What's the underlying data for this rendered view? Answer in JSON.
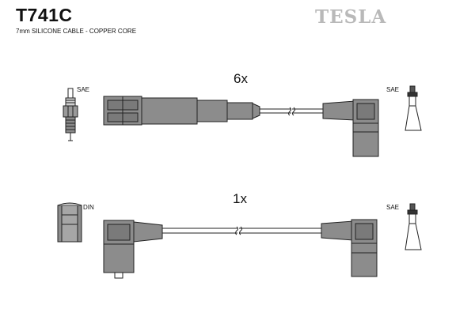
{
  "header": {
    "part_number": "T741C",
    "subtitle": "7mm SILICONE CABLE - COPPER CORE",
    "brand": "TESLA"
  },
  "lead_top": {
    "quantity": "6x",
    "left_connector_label": "SAE",
    "right_connector_label": "SAE"
  },
  "lead_bottom": {
    "quantity": "1x",
    "left_connector_label": "DIN",
    "right_connector_label": "SAE"
  },
  "colors": {
    "boot_fill": "#8c8c8c",
    "boot_dark": "#6f6f6f",
    "outline": "#222222",
    "brand": "#b9b9b9"
  }
}
